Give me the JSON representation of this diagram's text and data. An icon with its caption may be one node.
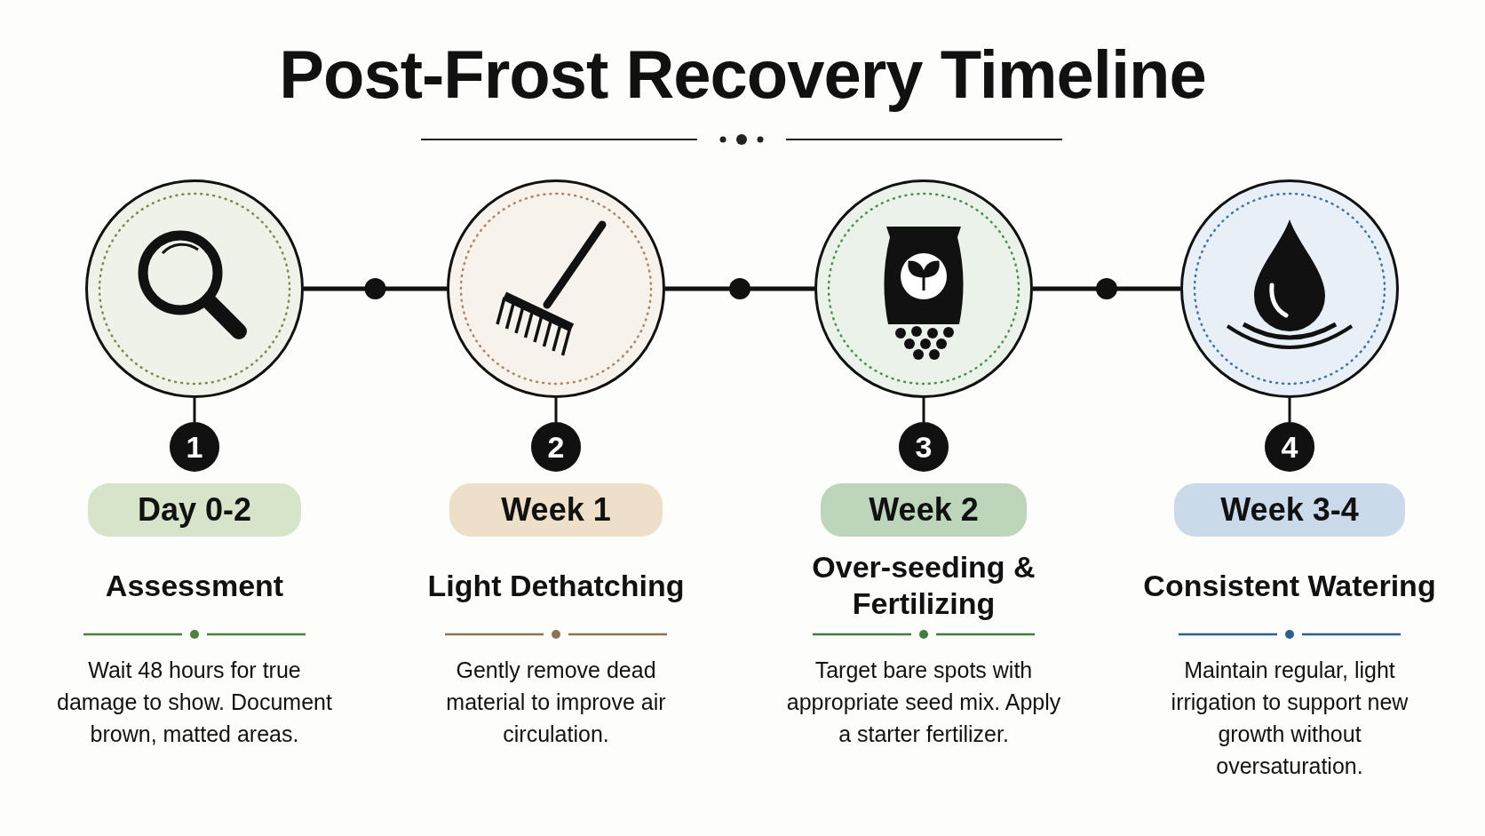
{
  "diagram": {
    "title": "Post-Frost Recovery Timeline",
    "nodes": [
      {
        "text": [],
        "shape": "circle"
      },
      {
        "text": [],
        "shape": "circle"
      },
      {
        "text": [],
        "shape": "circle"
      },
      {
        "text": [],
        "shape": "circle"
      },
      {
        "text": [
          "1"
        ]
      },
      {
        "text": [
          "2"
        ]
      },
      {
        "text": [
          "3"
        ]
      },
      {
        "text": [
          "4"
        ]
      },
      {
        "text": [
          "Day 0-2"
        ]
      },
      {
        "text": [
          "Week 1"
        ]
      },
      {
        "text": [
          "Week 2"
        ]
      },
      {
        "text": [
          "Week 3-4"
        ]
      }
    ],
    "edges": [
      {
        "from": 0,
        "to": 1,
        "arrow": "none"
      },
      {
        "from": 1,
        "to": 2,
        "arrow": "none"
      },
      {
        "from": 2,
        "to": 3,
        "arrow": "none"
      },
      {
        "from": 0,
        "to": 4,
        "arrow": "none"
      },
      {
        "from": 1,
        "to": 5,
        "arrow": "none"
      },
      {
        "from": 2,
        "to": 6,
        "arrow": "none"
      },
      {
        "from": 3,
        "to": 7,
        "arrow": "none"
      }
    ],
    "labels": [
      "Assessment",
      "Wait 48 hours for true damage to show. Document brown, matted areas.",
      "Light Dethatching",
      "Gently remove dead material to improve air circulation.",
      "Over-seeding & Fertilizing",
      "Target bare spots with appropriate seed mix. Apply a starter fertilizer.",
      "Consistent Watering",
      "Maintain regular, light irrigation to support new growth without oversaturation."
    ]
  }
}
